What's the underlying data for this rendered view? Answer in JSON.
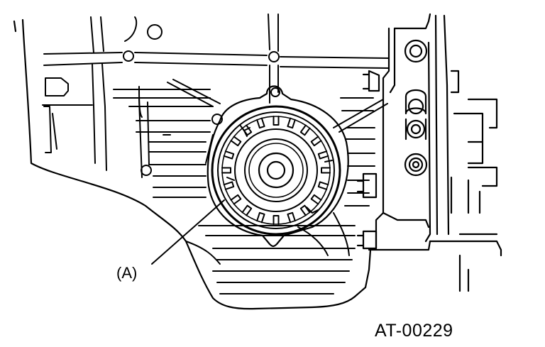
{
  "callout": {
    "label": "(A)"
  },
  "figure": {
    "id": "AT-00229"
  },
  "colors": {
    "line": "#000000",
    "background": "#ffffff"
  },
  "icons": [
    "seal-ring",
    "drive-hub",
    "bolt-head",
    "transmission-case"
  ]
}
